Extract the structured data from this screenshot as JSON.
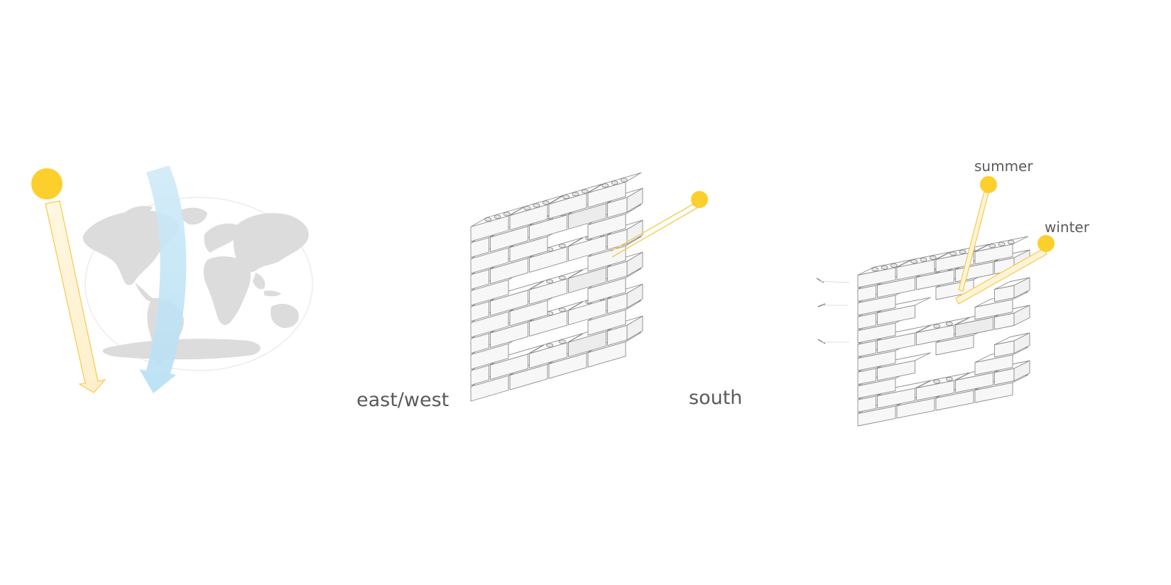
{
  "labels": {
    "east_west": "east/west",
    "south": "south",
    "summer": "summer",
    "winter": "winter"
  },
  "colors": {
    "sun": "#fdcf2c",
    "sun_ray_fill": "#fff4d8",
    "sun_ray_stroke": "#f6c94a",
    "wind": "#bfe4f7",
    "map_land": "#dcdcdc",
    "map_outline": "#e7e7e7",
    "brick_face": "#f7f7f7",
    "brick_top": "#fcfcfc",
    "brick_shadow": "#d9d9d9",
    "brick_stroke": "#8c8c8c",
    "text": "#5a5a5a"
  },
  "icons": {
    "sun": "sun-icon",
    "globe": "world-map-icon",
    "wind": "wind-arrow-icon"
  }
}
